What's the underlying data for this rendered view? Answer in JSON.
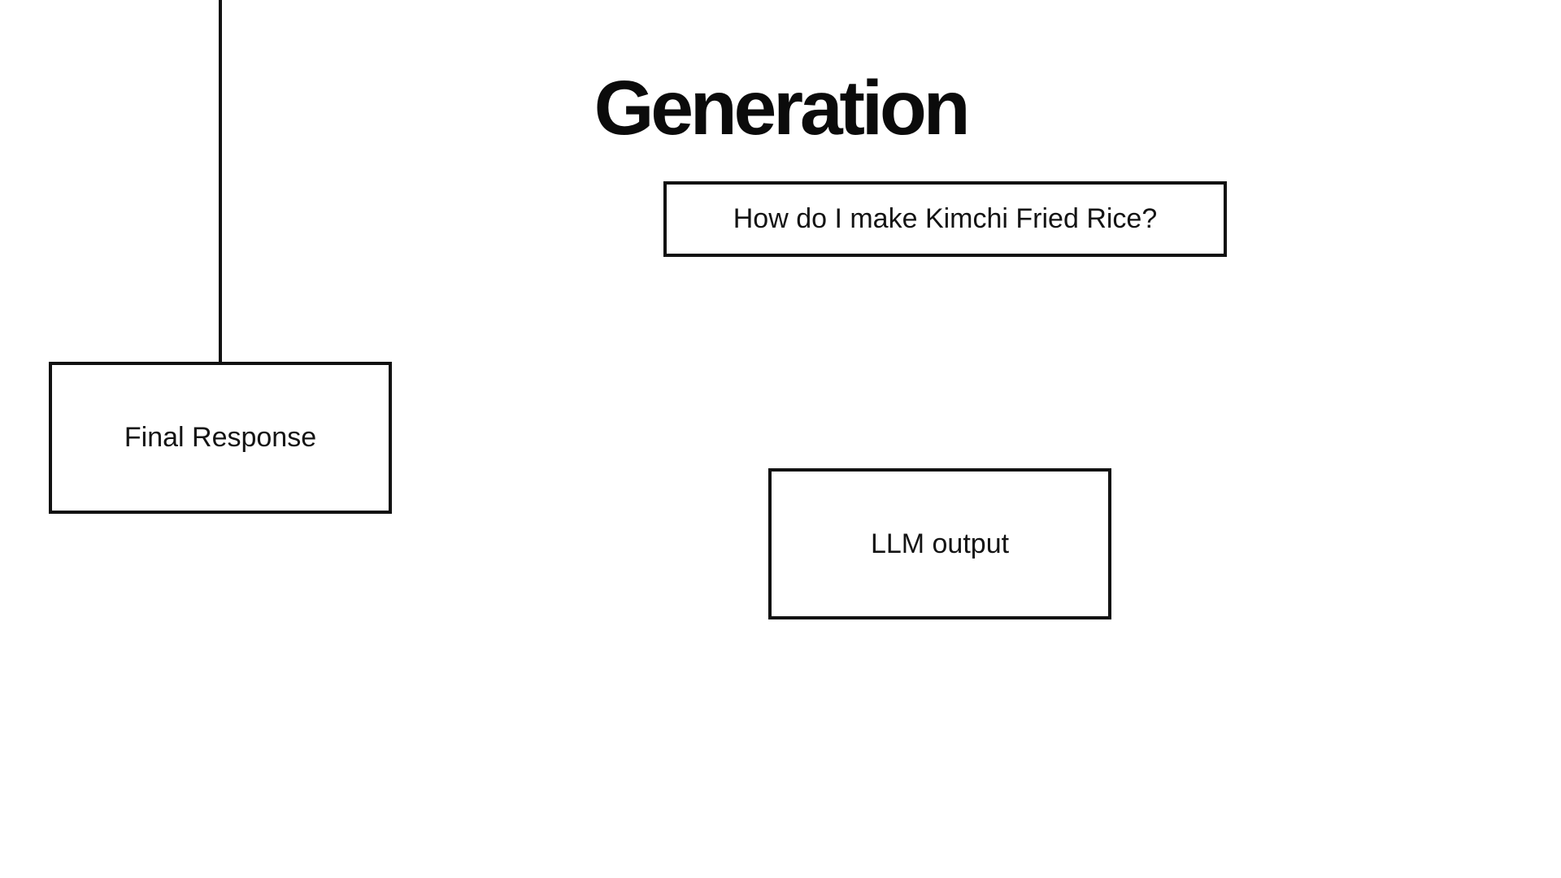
{
  "page": {
    "background_color": "#ffffff",
    "stroke_color": "#111111"
  },
  "diagram": {
    "title": "Generation",
    "query_box_label": "How do I make Kimchi Fried Rice?",
    "llm_output_box_label": "LLM output",
    "final_response_box_label": "Final Response"
  }
}
